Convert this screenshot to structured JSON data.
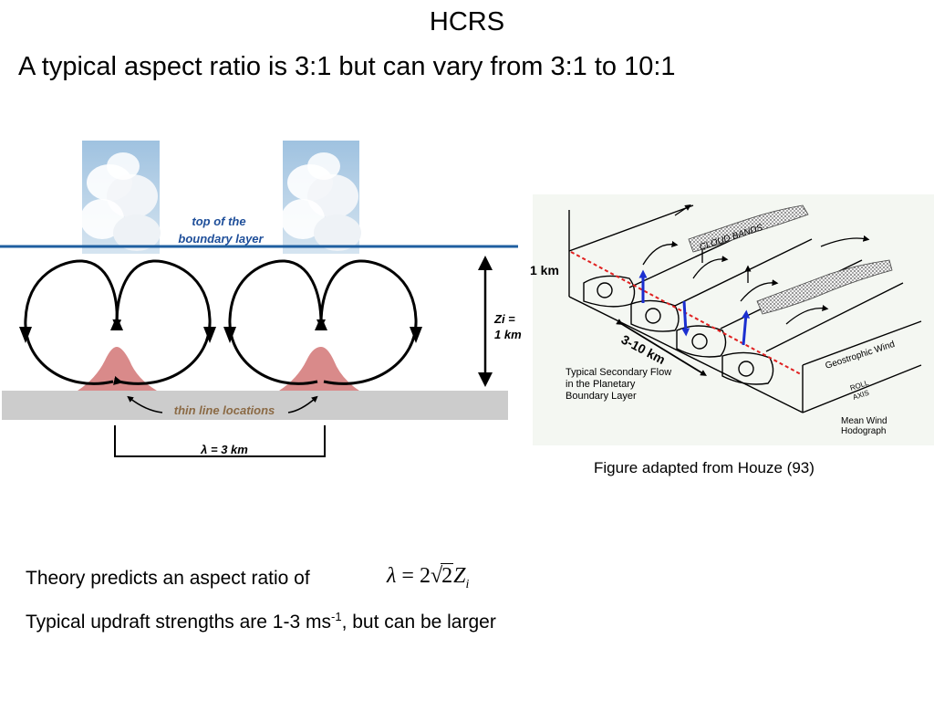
{
  "slide": {
    "title": "HCRS",
    "subtitle": "A typical aspect ratio is 3:1 but can vary from 3:1 to 10:1",
    "caption": "Figure adapted from Houze (93)",
    "theory_text": "Theory predicts an aspect ratio of",
    "formula": {
      "lhs": "λ",
      "eq": " = 2",
      "radicand": "2",
      "var": "Z",
      "sub": "i"
    },
    "updraft_text_before": "Typical updraft strengths are 1-3 ms",
    "updraft_superscript": "-1",
    "updraft_text_after": ", but can be larger"
  },
  "left_diagram": {
    "top_label_line1": "top of the",
    "top_label_line2": "boundary layer",
    "zi_label_line1": "Zi =",
    "zi_label_line2": "1 km",
    "thin_line_label": "thin line locations",
    "lambda_label": "λ = 3 km",
    "colors": {
      "boundary_line": "#1f5fa0",
      "label_blue": "#1f4f9a",
      "ground": "#cccccc",
      "updraft_fill": "#d98a8a",
      "thin_label": "#8b6a45"
    }
  },
  "right_diagram": {
    "height_label": "1 km",
    "width_label": "3-10 km",
    "cloud_bands_label": "CLOUD BANDS",
    "secondary_flow_line1": "Typical Secondary Flow",
    "secondary_flow_line2": "in the Planetary",
    "secondary_flow_line3": "Boundary Layer",
    "geostrophic_label": "Geostrophic Wind",
    "roll_label": "ROLL",
    "axis_label": "AXIS",
    "hodograph_line1": "Mean Wind",
    "hodograph_line2": "Hodograph",
    "colors": {
      "background": "#f4f7f2",
      "updraft_arrow": "#1b2fd0",
      "dashed_line": "#e02020"
    }
  }
}
